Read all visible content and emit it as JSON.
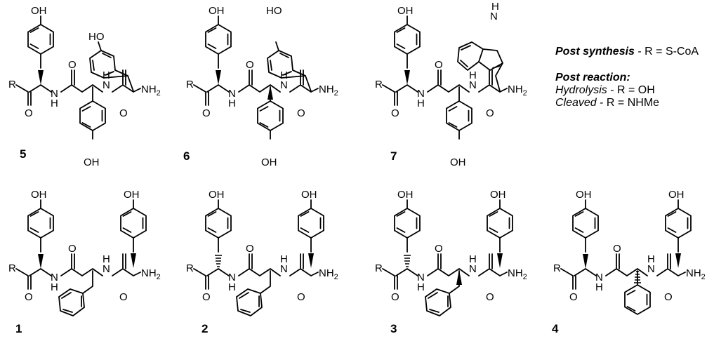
{
  "atoms": {
    "hydroxyl": "OH",
    "hydroxyl_left": "HO",
    "carbonyl_o": "O",
    "r_group": "R",
    "amide_n": "N",
    "amide_h": "H",
    "amine": "NH",
    "amine_sub": "2",
    "indole_n": "N",
    "indole_h": "H"
  },
  "compounds": [
    {
      "id": "5",
      "label": "5"
    },
    {
      "id": "6",
      "label": "6"
    },
    {
      "id": "7",
      "label": "7"
    },
    {
      "id": "1",
      "label": "1"
    },
    {
      "id": "2",
      "label": "2"
    },
    {
      "id": "3",
      "label": "3"
    },
    {
      "id": "4",
      "label": "4"
    }
  ],
  "legend": {
    "synthesis_bold": "Post synthesis",
    "synthesis_rest": " - R = S-CoA",
    "reaction_title": "Post reaction:",
    "hydrolysis_ital": "Hydrolysis",
    "hydrolysis_rest": " - R = OH",
    "cleaved_ital": "Cleaved",
    "cleaved_rest": " - R = NHMe"
  }
}
